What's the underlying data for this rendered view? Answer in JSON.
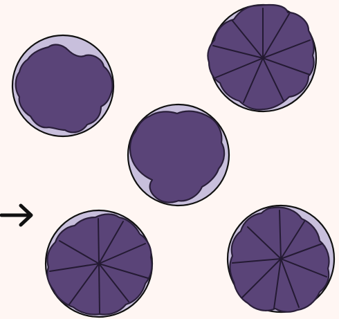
{
  "scene": {
    "background": "#fff6f3",
    "disc_fill": "#c8bfdc",
    "blob_fill": "#5a4478",
    "outline": "#111111"
  },
  "pieces": [
    {
      "id": "piece-1",
      "shape": "wavy-blob",
      "selected": false
    },
    {
      "id": "piece-2",
      "shape": "scalloped-flower",
      "selected": false
    },
    {
      "id": "piece-3",
      "shape": "wavy-blob",
      "selected": false
    },
    {
      "id": "piece-4",
      "shape": "scalloped-flower",
      "selected": true
    },
    {
      "id": "piece-5",
      "shape": "scalloped-flower",
      "selected": false
    }
  ],
  "pointer": {
    "icon": "right-arrow-icon",
    "target": "piece-4"
  }
}
